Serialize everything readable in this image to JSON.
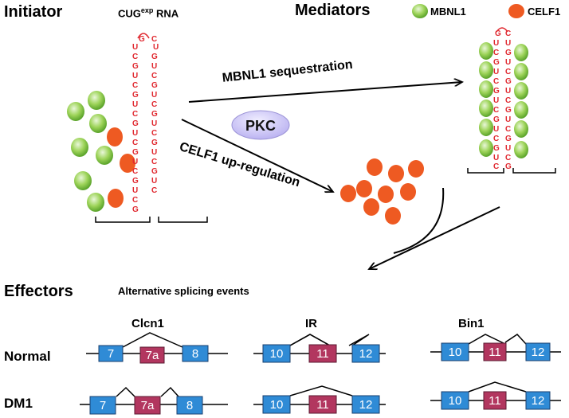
{
  "labels": {
    "initiator": "Initiator",
    "rna": "CUG",
    "rna_sup": "exp",
    "rna_suffix": " RNA",
    "mediators": "Mediators",
    "mbnl1": "MBNL1",
    "celf1": "CELF1",
    "mbnl1_sequestration": "MBNL1 sequestration",
    "pkc": "PKC",
    "celf1_upregulation": "CELF1 up-regulation",
    "effectors": "Effectors",
    "alt_splicing": "Alternative splicing events",
    "normal": "Normal",
    "dm1": "DM1"
  },
  "genes": [
    {
      "name": "Clcn1",
      "exons": [
        "7",
        "7a",
        "8"
      ]
    },
    {
      "name": "IR",
      "exons": [
        "10",
        "11",
        "12"
      ]
    },
    {
      "name": "Bin1",
      "exons": [
        "10",
        "11",
        "12"
      ]
    }
  ],
  "colors": {
    "mbnl1": "#7cc243",
    "celf1": "#ee5a22",
    "rna": "#e0282f",
    "pkc": "#c9c3f2",
    "exon_constitutive": "#2f8bd6",
    "exon_alternative": "#b2365f"
  },
  "icons": [
    "mbnl1-protein-icon",
    "celf1-protein-icon",
    "pkc-ellipse-icon",
    "arrow-icon"
  ]
}
